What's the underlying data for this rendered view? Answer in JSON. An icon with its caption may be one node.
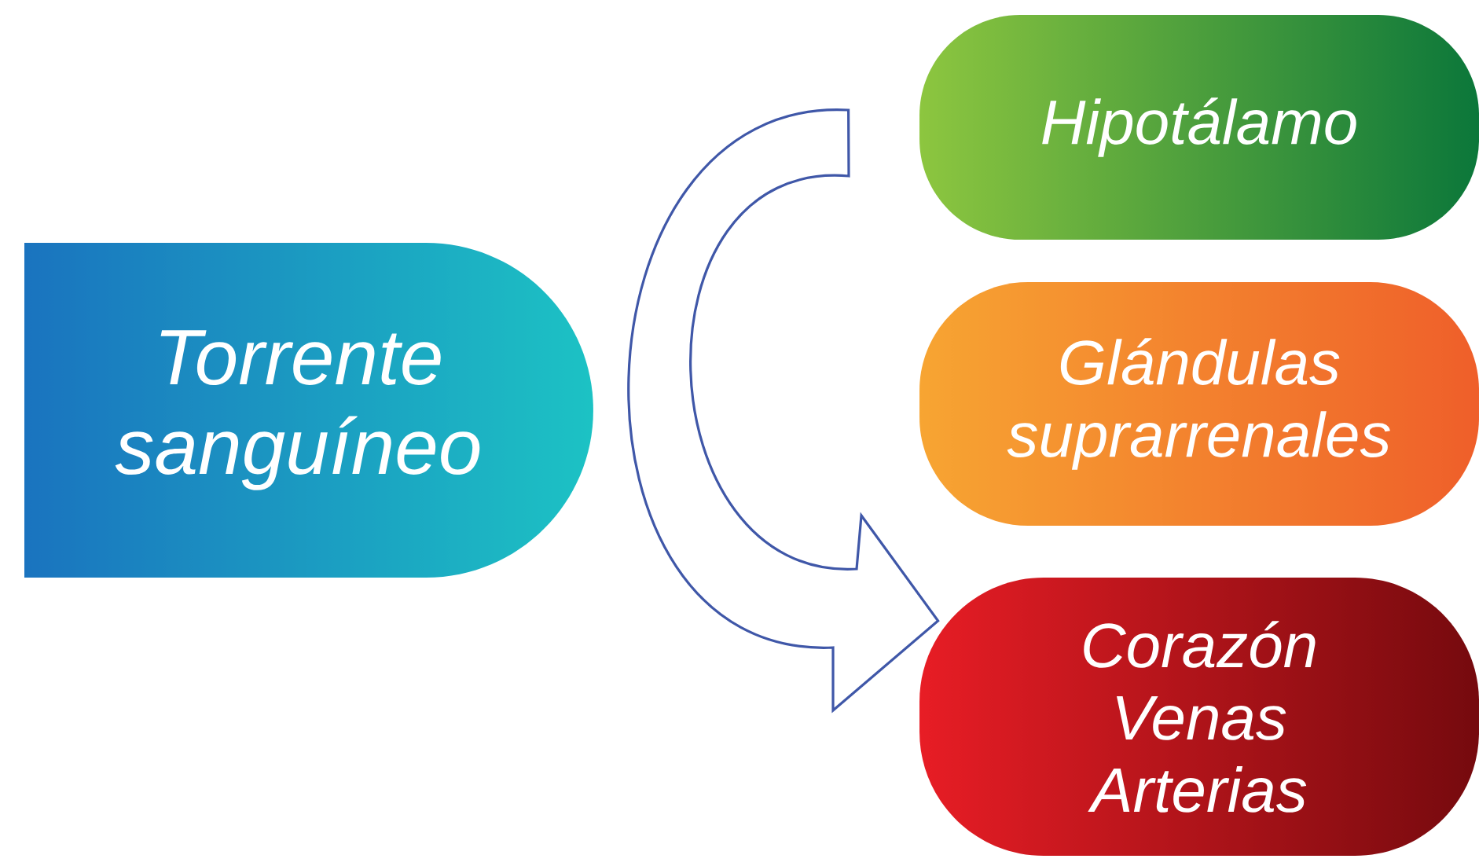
{
  "diagram": {
    "nodes": [
      {
        "text": [
          "Torrente sanguíneo"
        ]
      },
      {
        "text": [
          "Hipotálamo"
        ]
      },
      {
        "text": [
          "Glándulas suprarrenales"
        ]
      },
      {
        "text": [
          "Corazón",
          "Venas",
          "Arterias"
        ]
      }
    ],
    "edges": [
      {
        "from": 1,
        "to": 3,
        "arrow": "to"
      }
    ]
  }
}
